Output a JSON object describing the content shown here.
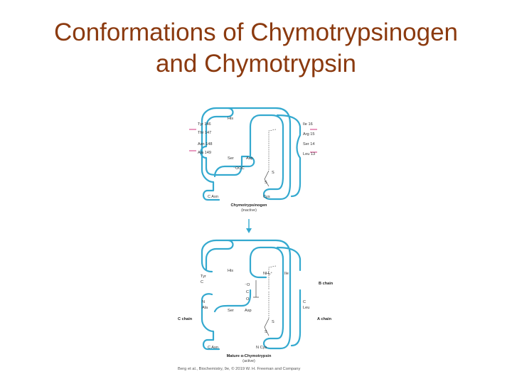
{
  "title": {
    "line1": "Conformations of Chymotrypsinogen",
    "line2": "and Chymotrypsin"
  },
  "colors": {
    "title": "#8b3a0f",
    "chain": "#34a9cf",
    "cleavage_arrows": "#d6478a"
  },
  "diagram_top": {
    "labels": {
      "his": "His",
      "tyr146": "Tyr 146",
      "thr147": "Thr 147",
      "asn148": "Asn 148",
      "ala149": "Ala 149",
      "ile16": "Ile 16",
      "arg15": "Arg 15",
      "ser14": "Ser 14",
      "leu13": "Leu 13",
      "ser": "Ser",
      "asp": "Asp",
      "coo": "⁻OOC",
      "s_upper": "S",
      "s_lower": "S",
      "c_asn": "C  Asn",
      "cys": "Cys"
    },
    "caption": "Chymotrypsinogen",
    "caption_sub": "(inactive)"
  },
  "diagram_bottom": {
    "labels": {
      "his": "His",
      "tyr": "Tyr",
      "tyr_c": "C",
      "nh3": "NH₃⁺",
      "ile": "Ile",
      "o_minus": "⁻O",
      "c": "C",
      "o": "O",
      "n": "N",
      "ala": "Ala",
      "ser": "Ser",
      "asp": "Asp",
      "s_upper": "S",
      "s_lower": "S",
      "c_leu": "C",
      "leu": "Leu",
      "c_asn": "C  Asn",
      "n_cys": "N  Cys"
    },
    "chain_labels": {
      "b": "B chain",
      "c": "C chain",
      "a": "A chain"
    },
    "caption": "Mature α-Chymotrypsin",
    "caption_sub": "(active)"
  },
  "credit": "Berg et al., Biochemistry, 9e, © 2019 W. H. Freeman and Company"
}
